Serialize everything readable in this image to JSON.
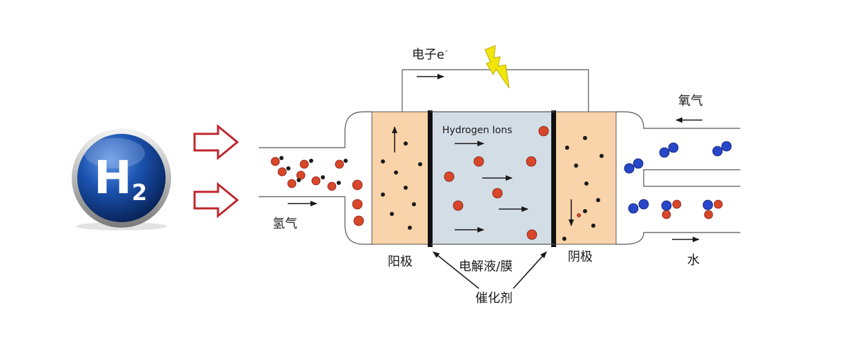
{
  "logo": {
    "symbol": "H",
    "subscript": "2"
  },
  "labels": {
    "electron": "电子e",
    "electron_superscript": "-",
    "hydrogen_ions": "Hydrogen Ions",
    "hydrogen_in": "氢气",
    "oxygen_in": "氧气",
    "anode": "阳极",
    "cathode": "阴极",
    "electrolyte": "电解液/膜",
    "catalyst": "催化剂",
    "water": "水"
  },
  "colors": {
    "electrode": "#f9d3a9",
    "electrolyte": "#d3dde6",
    "hydrogen_particle": "#d9472b",
    "electron_dot": "#1a1a1a",
    "oxygen_particle": "#2846c8",
    "input_arrow": "#c0242c",
    "lightning": "#f2e50a",
    "logo_disc": "#0b3c8c"
  },
  "icons": {
    "logo": "h2-logo-icon",
    "power": "lightning-bolt-icon",
    "input": "outline-arrow-icon"
  }
}
